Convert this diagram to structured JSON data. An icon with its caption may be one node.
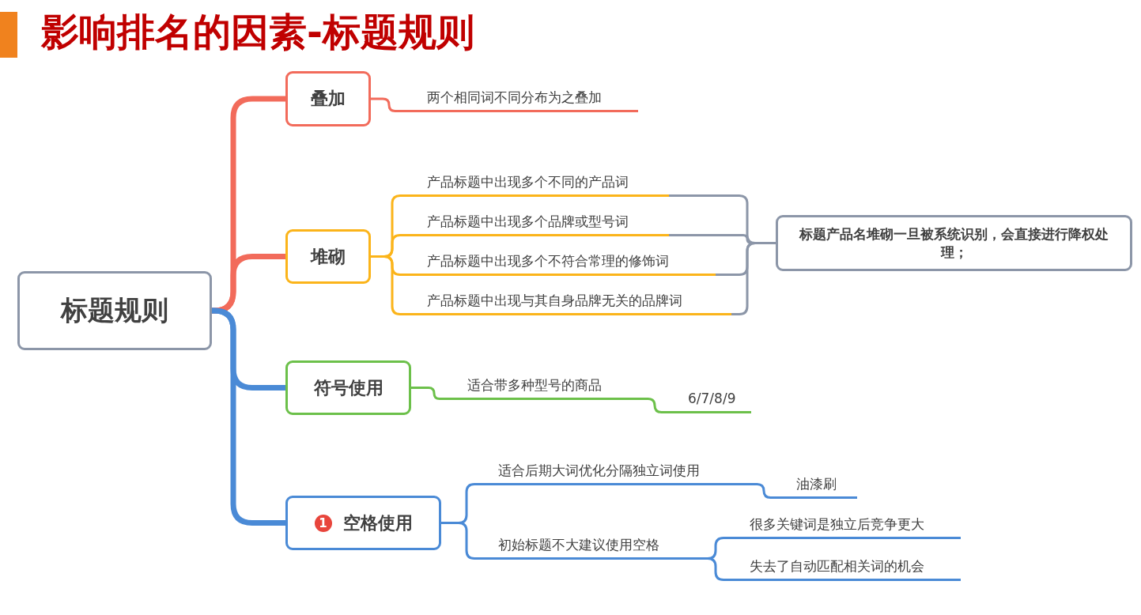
{
  "diagram": {
    "title": "影响排名的因素-标题规则",
    "nodes": [
      {
        "text": [
          "标题规则"
        ]
      },
      {
        "text": [
          "叠加"
        ]
      },
      {
        "text": [
          "两个相同词不同分布为之叠加"
        ]
      },
      {
        "text": [
          "堆砌"
        ]
      },
      {
        "text": [
          "产品标题中出现多个不同的产品词"
        ]
      },
      {
        "text": [
          "产品标题中出现多个品牌或型号词"
        ]
      },
      {
        "text": [
          "产品标题中出现多个不符合常理的修饰词"
        ]
      },
      {
        "text": [
          "产品标题中出现与其自身品牌无关的品牌词"
        ]
      },
      {
        "text": [
          "标题产品名堆砌一旦被系统识别，会直接进行降权处理；"
        ]
      },
      {
        "text": [
          "符号使用"
        ]
      },
      {
        "text": [
          "适合带多种型号的商品"
        ]
      },
      {
        "text": [
          "6/7/8/9"
        ]
      },
      {
        "text": [
          "1",
          "空格使用"
        ]
      },
      {
        "text": [
          "适合后期大词优化分隔独立词使用"
        ]
      },
      {
        "text": [
          "油漆刷"
        ]
      },
      {
        "text": [
          "初始标题不大建议使用空格"
        ]
      },
      {
        "text": [
          "很多关键词是独立后竞争更大"
        ]
      },
      {
        "text": [
          "失去了自动匹配相关词的机会"
        ]
      }
    ],
    "edges": [
      {
        "from": 0,
        "to": 1,
        "arrow": "none",
        "style": "thick",
        "color": "#f26b5b"
      },
      {
        "from": 0,
        "to": 3,
        "arrow": "none",
        "style": "thick",
        "color": "#f26b5b"
      },
      {
        "from": 0,
        "to": 9,
        "arrow": "none",
        "style": "thick",
        "color": "#4a8ad6"
      },
      {
        "from": 0,
        "to": 12,
        "arrow": "none",
        "style": "thick",
        "color": "#4a8ad6"
      },
      {
        "from": 1,
        "to": 2,
        "arrow": "none",
        "color": "#f26b5b"
      },
      {
        "from": 3,
        "to": 4,
        "arrow": "none",
        "color": "#fbb41a"
      },
      {
        "from": 3,
        "to": 5,
        "arrow": "none",
        "color": "#fbb41a"
      },
      {
        "from": 3,
        "to": 6,
        "arrow": "none",
        "color": "#fbb41a"
      },
      {
        "from": 3,
        "to": 7,
        "arrow": "none",
        "color": "#fbb41a"
      },
      {
        "from": 4,
        "to": 8,
        "arrow": "none",
        "color": "#8c96a8"
      },
      {
        "from": 5,
        "to": 8,
        "arrow": "none",
        "color": "#8c96a8"
      },
      {
        "from": 6,
        "to": 8,
        "arrow": "none",
        "color": "#8c96a8"
      },
      {
        "from": 7,
        "to": 8,
        "arrow": "none",
        "color": "#8c96a8"
      },
      {
        "from": 9,
        "to": 10,
        "arrow": "none",
        "color": "#6cc04a"
      },
      {
        "from": 10,
        "to": 11,
        "arrow": "none",
        "color": "#6cc04a"
      },
      {
        "from": 12,
        "to": 13,
        "arrow": "none",
        "color": "#4a8ad6"
      },
      {
        "from": 12,
        "to": 15,
        "arrow": "none",
        "color": "#4a8ad6"
      },
      {
        "from": 13,
        "to": 14,
        "arrow": "none",
        "color": "#4a8ad6"
      },
      {
        "from": 15,
        "to": 16,
        "arrow": "none",
        "color": "#4a8ad6"
      },
      {
        "from": 15,
        "to": 17,
        "arrow": "none",
        "color": "#4a8ad6"
      }
    ]
  }
}
